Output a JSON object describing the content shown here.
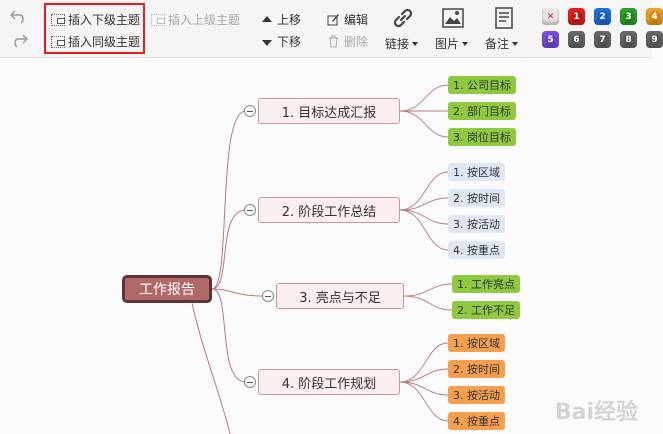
{
  "toolbar": {
    "insert_child": "插入下级主题",
    "insert_parent": "插入上级主题",
    "insert_sibling": "插入同级主题",
    "move_up": "上移",
    "move_down": "下移",
    "edit": "编辑",
    "delete": "删除",
    "link": "链接",
    "image": "图片",
    "note": "备注",
    "priorities_row1": [
      "✕",
      "1",
      "2",
      "3",
      "4"
    ],
    "priorities_row2": [
      "5",
      "6",
      "7",
      "8",
      "9"
    ],
    "priority_colors": [
      "#e8e8e8",
      "#e02020",
      "#1c6fe0",
      "#2aa02a",
      "#f0a020",
      "#7b4be0",
      "#666666",
      "#666666",
      "#666666",
      "#666666"
    ]
  },
  "mindmap": {
    "root": "工作报告",
    "branches": [
      {
        "label": "1. 目标达成汇报",
        "children": [
          "1. 公司目标",
          "2. 部门目标",
          "3. 岗位目标"
        ]
      },
      {
        "label": "2. 阶段工作总结",
        "children": [
          "1. 按区域",
          "2. 按时间",
          "3. 按活动",
          "4. 按重点"
        ]
      },
      {
        "label": "3. 亮点与不足",
        "children": [
          "1. 工作亮点",
          "2. 工作不足"
        ]
      },
      {
        "label": "4. 阶段工作规划",
        "children": [
          "1. 按区域",
          "2. 按时间",
          "3. 按活动",
          "4. 按重点"
        ]
      }
    ],
    "colors": {
      "root": "#b06868",
      "branch_line": "#b97a7a",
      "green": "#8ec93e",
      "blue": "#dfe7f3",
      "orange": "#f59f4f"
    }
  },
  "watermark": "Bai经验"
}
